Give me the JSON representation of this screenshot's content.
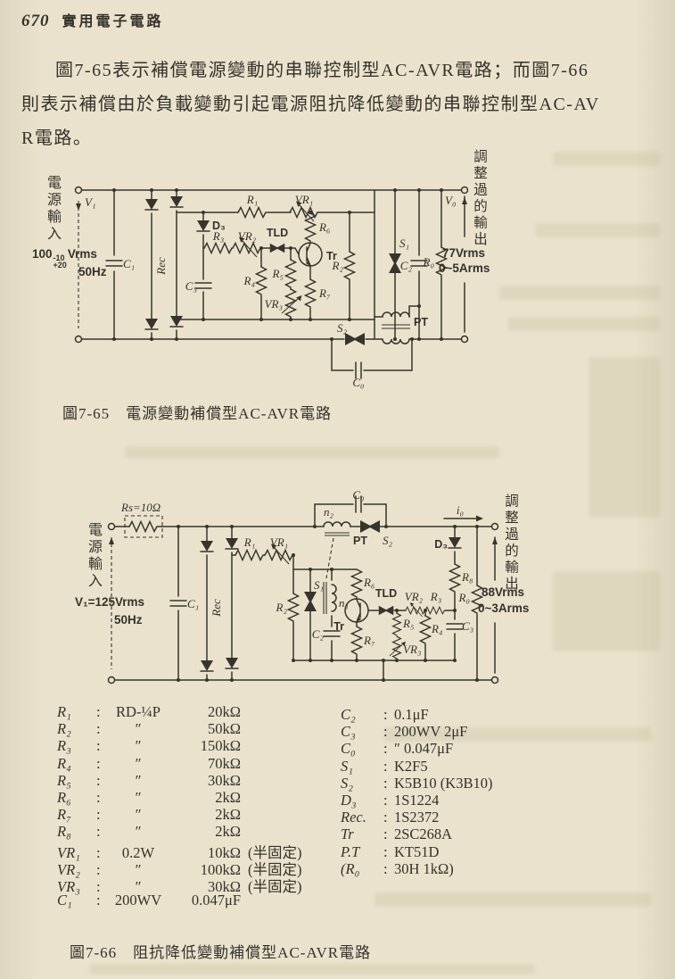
{
  "header": {
    "page_number": "670",
    "book_title": "實用電子電路"
  },
  "intro": {
    "line1": "圖7-65表示補償電源變動的串聯控制型AC-AVR電路；而圖7-66",
    "line2": "則表示補償由於負載變動引起電源阻抗降低變動的串聯控制型AC-AV",
    "line3": "R電路。"
  },
  "fig65": {
    "caption_no": "圖7-65",
    "caption_title": "電源變動補償型AC-AVR電路",
    "input_label": "電源輸入",
    "output_label": "調整過的輸出",
    "labels": {
      "v1": "V₁",
      "spec_v": "100",
      "spec_top": "-10",
      "spec_bot": "+20",
      "spec_unit": "Vrms",
      "spec_freq": "50Hz",
      "c1": "C₁",
      "rec": "Rec",
      "d3": "D₃",
      "r3": "R₃",
      "vr2": "VR₂",
      "tld": "TLD",
      "r1": "R₁",
      "vr1": "VR₁",
      "r6": "R₆",
      "tr": "Tr",
      "r7": "R₇",
      "c3": "C₃",
      "r4": "R₄",
      "r5": "R₅",
      "vr3": "VR₃",
      "r2": "R₂",
      "s1": "S₁",
      "c2": "C₂",
      "r0": "R₀",
      "v0": "V₀",
      "out_v": "77Vrms",
      "out_a": "0~5Arms",
      "s2": "S₂",
      "pt": "PT",
      "c0": "C₀"
    }
  },
  "fig66": {
    "caption_no": "圖7-66",
    "caption_title": "阻抗降低變動補償型AC-AVR電路",
    "input_label": "電源輸入",
    "output_label": "調整過的輸出",
    "labels": {
      "rs": "Rs=10Ω",
      "v1": "V₁=125Vrms",
      "freq": "50Hz",
      "c1": "C₁",
      "rec": "Rec",
      "r1": "R₁",
      "vr1": "VR₁",
      "r2": "R₂",
      "s1": "S₁",
      "n1": "n₁",
      "c2": "C₂",
      "n2": "n₂",
      "pt": "PT",
      "c0": "C₀",
      "s2": "S₂",
      "i0": "i₀",
      "d3": "D₃",
      "r8": "R₈",
      "r0": "R₀",
      "c3": "C₃",
      "tld": "TLD",
      "vr2": "VR₂",
      "r3": "R₃",
      "r6": "R₆",
      "tr": "Tr",
      "r5": "R₅",
      "r7": "R₇",
      "vr3": "VR₃",
      "r4": "R₄",
      "out_v": "88Vrms",
      "out_a": "0~3Arms"
    }
  },
  "parts": {
    "sep": ":",
    "left": [
      {
        "n": "R₁",
        "s": "RD-¼P",
        "v": "20kΩ",
        "x": ""
      },
      {
        "n": "R₂",
        "s": "″",
        "v": "50kΩ",
        "x": ""
      },
      {
        "n": "R₃",
        "s": "″",
        "v": "150kΩ",
        "x": ""
      },
      {
        "n": "R₄",
        "s": "″",
        "v": "70kΩ",
        "x": ""
      },
      {
        "n": "R₅",
        "s": "″",
        "v": "30kΩ",
        "x": ""
      },
      {
        "n": "R₆",
        "s": "″",
        "v": "2kΩ",
        "x": ""
      },
      {
        "n": "R₇",
        "s": "″",
        "v": "2kΩ",
        "x": ""
      },
      {
        "n": "R₈",
        "s": "″",
        "v": "2kΩ",
        "x": ""
      },
      {
        "n": "VR₁",
        "s": "0.2W",
        "v": "10kΩ",
        "x": "(半固定)"
      },
      {
        "n": "VR₂",
        "s": "″",
        "v": "100kΩ",
        "x": "(半固定)"
      },
      {
        "n": "VR₃",
        "s": "″",
        "v": "30kΩ",
        "x": "(半固定)"
      },
      {
        "n": "C₁",
        "s": "200WV",
        "v": "0.047μF",
        "x": ""
      }
    ],
    "right": [
      {
        "n": "C₂",
        "v": "0.1μF"
      },
      {
        "n": "C₃",
        "v": "200WV 2μF"
      },
      {
        "n": "C₀",
        "v": "″   0.047μF"
      },
      {
        "n": "S₁",
        "v": "K2F5"
      },
      {
        "n": "S₂",
        "v": "K5B10 (K3B10)"
      },
      {
        "n": "D₃",
        "v": "1S1224"
      },
      {
        "n": "Rec.",
        "v": "1S2372"
      },
      {
        "n": "Tr",
        "v": "2SC268A"
      },
      {
        "n": "P.T",
        "v": "KT51D"
      },
      {
        "n": "(R₀",
        "v": "30H  1kΩ)"
      }
    ]
  }
}
